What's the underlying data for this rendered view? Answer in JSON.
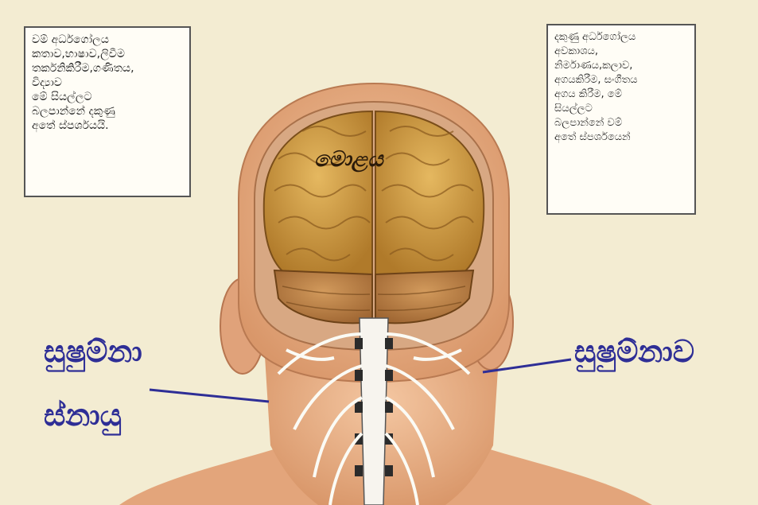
{
  "left_note": {
    "text": "වම් අර්ධගෝලය\nකතාව,භාෂාව,ලිවීම\nතර්කනිකිරීම,ගණිතය,\nවිද්‍යාව\nමේ සියල්ලට\nබලපාන්නේ දකුණු\nඅතේ ස්පර්ශයයි."
  },
  "right_note": {
    "text": "දකුණු අර්ධගෝලය\nඅවකාශය,\nනිර්මාණය,කලාව,\nඅගයකිරීම, සංගීතය\nඅගය කිරීම, මේ\nසියල්ලට\nබලපාන්නේ වම්\nඅතේ ස්පර්ශයෙන්"
  },
  "labels": {
    "brain": "මොළය",
    "spinal_nerves_line1": "සුෂුම්නා",
    "spinal_nerves_line2": "ස්නායු",
    "spinal_cord": "සුෂුම්නාව"
  },
  "colors": {
    "background": "#f3ecd2",
    "label_blue": "#2e2e96",
    "skin": "#e9b48c",
    "brain": "#c9963e"
  }
}
